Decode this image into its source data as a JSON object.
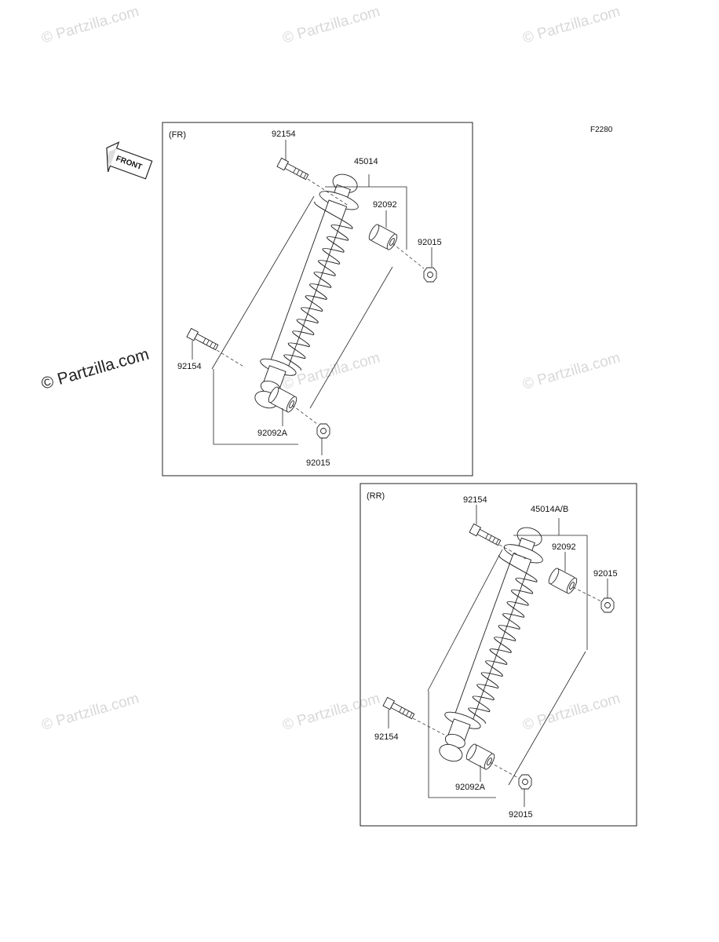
{
  "watermark": "© Partzilla.com",
  "figure_ref": "F2280",
  "front_arrow": {
    "text": "FRONT",
    "icon": "front-direction-arrow-icon"
  },
  "front_panel": {
    "title": "(FR)",
    "labels": {
      "bolt_top": "92154",
      "assembly": "45014",
      "bushing_top": "92092",
      "nut_top": "92015",
      "bolt_bottom": "92154",
      "bushing_bottom": "92092A",
      "nut_bottom": "92015"
    }
  },
  "rear_panel": {
    "title": "(RR)",
    "labels": {
      "bolt_top": "92154",
      "assembly": "45014A/B",
      "bushing_top": "92092",
      "nut_top": "92015",
      "bolt_bottom": "92154",
      "bushing_bottom": "92092A",
      "nut_bottom": "92015"
    }
  }
}
